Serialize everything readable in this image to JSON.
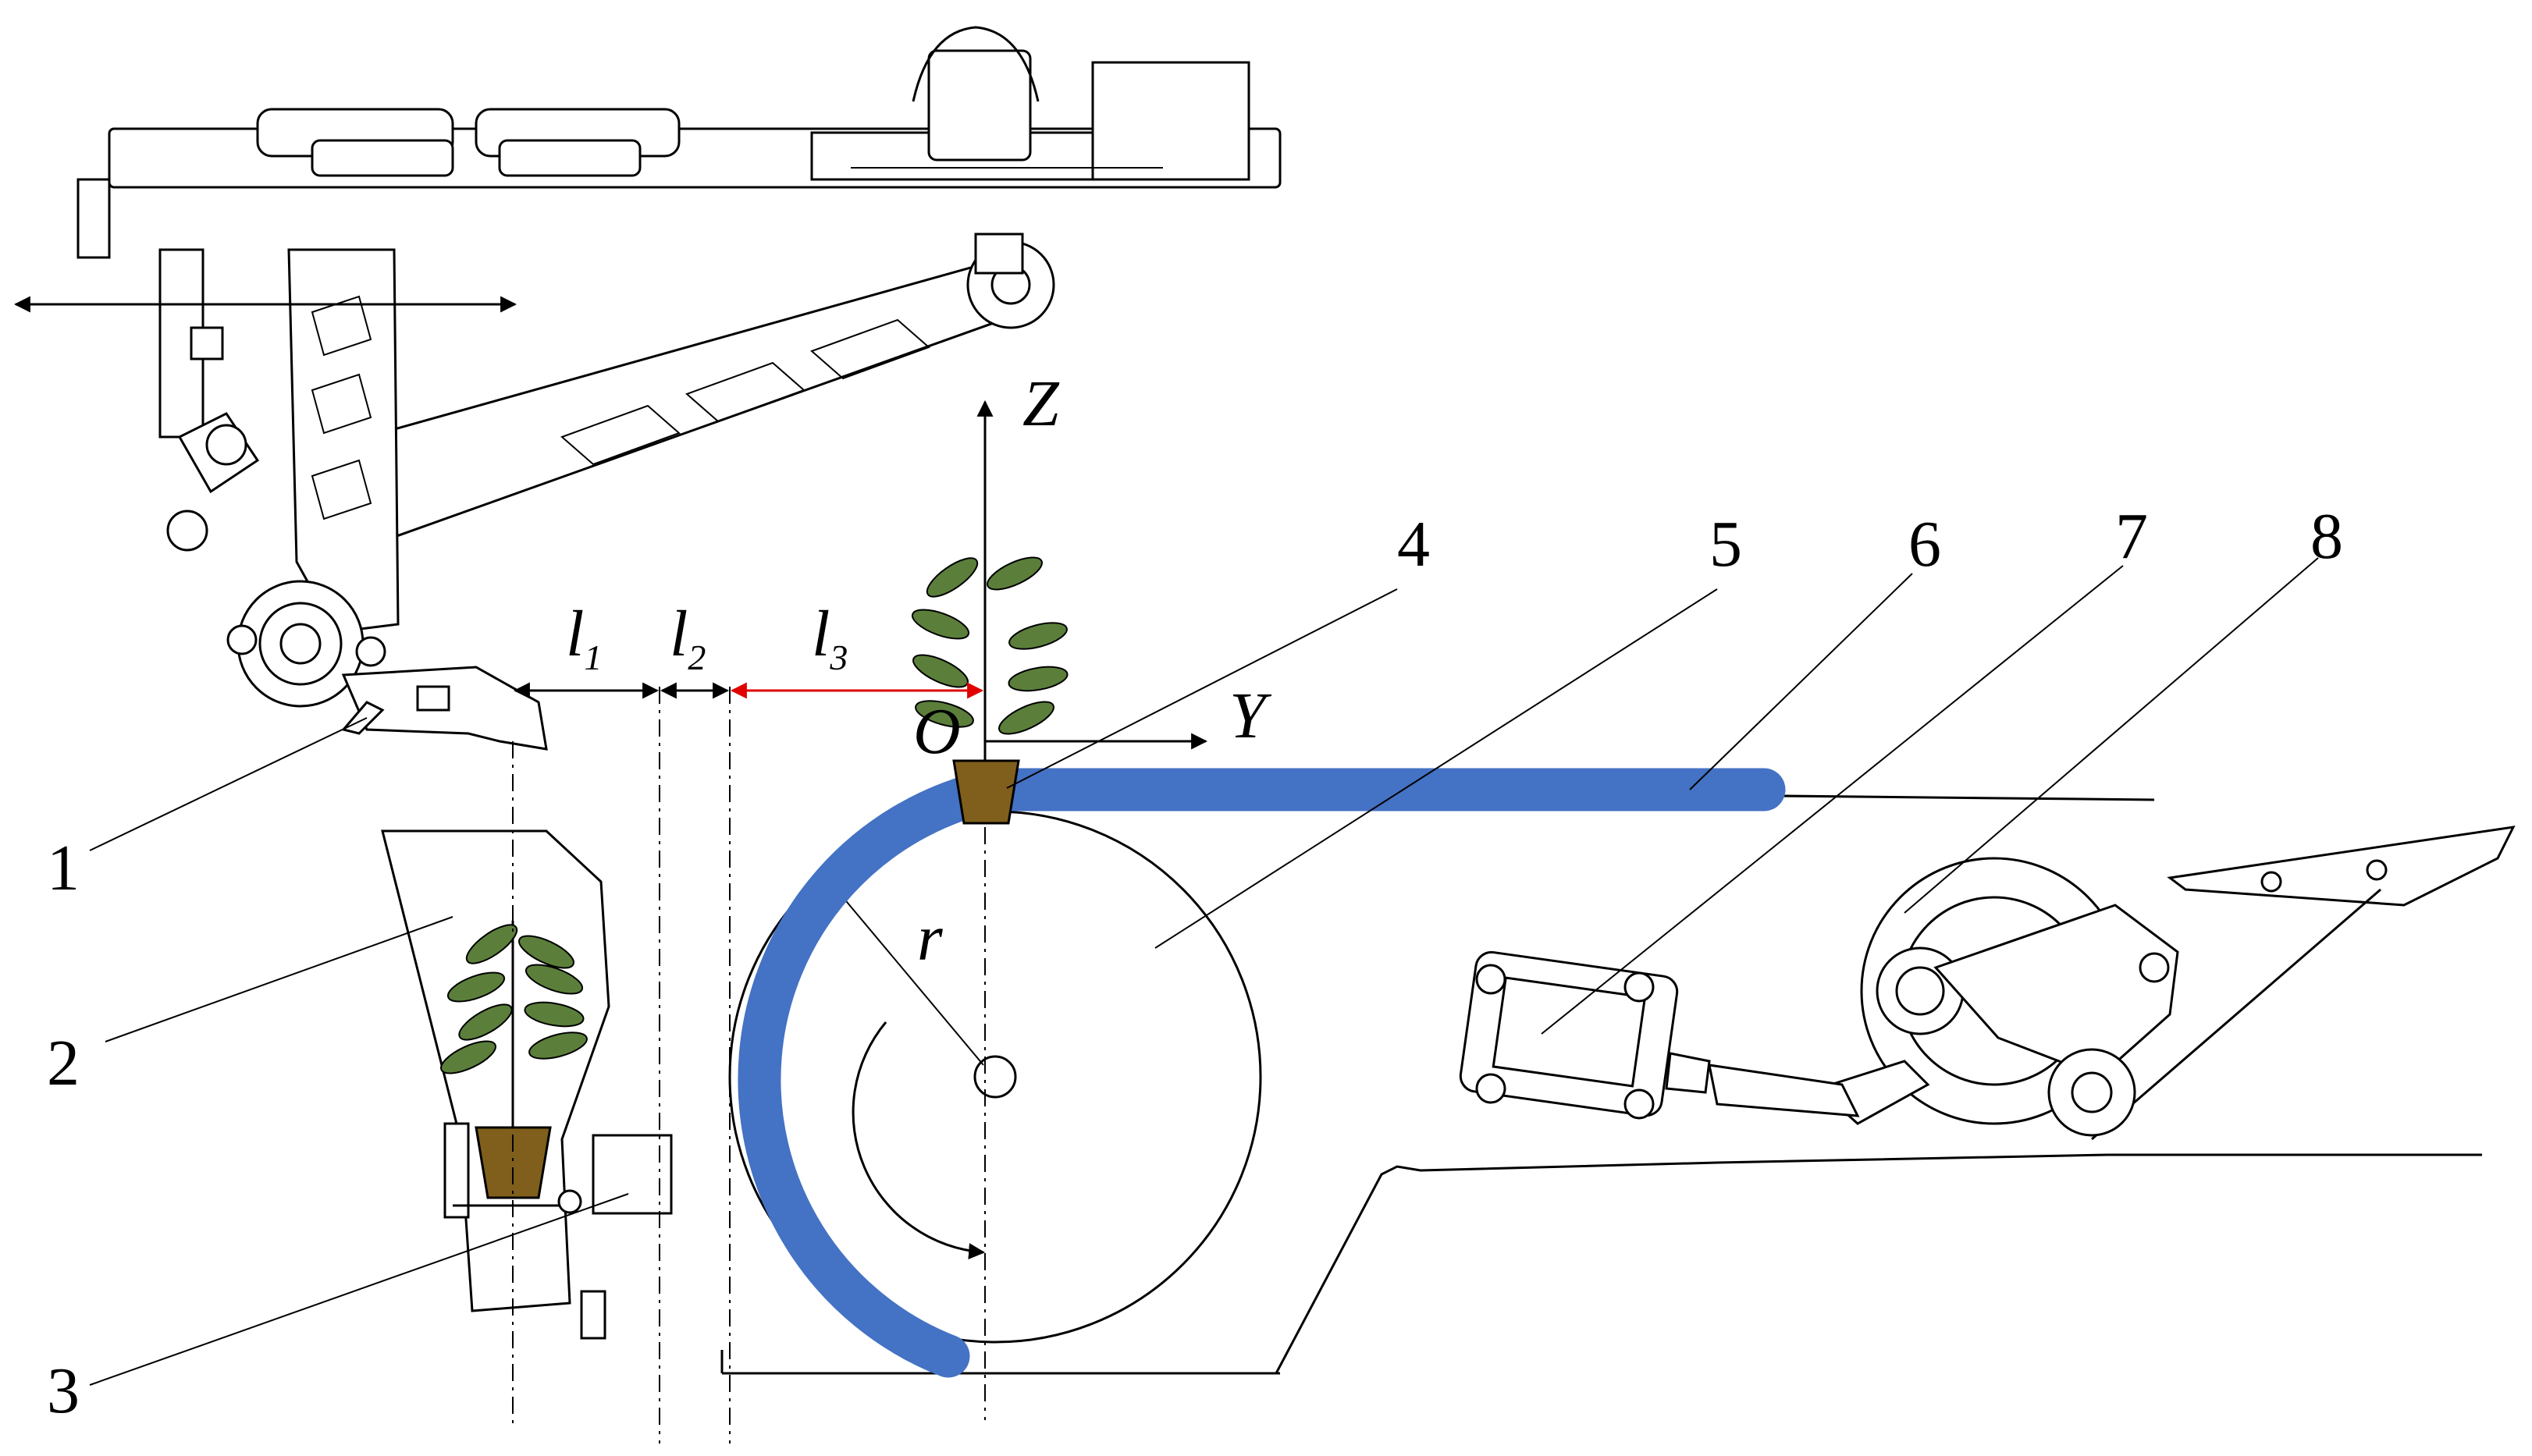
{
  "part_labels": [
    "1",
    "2",
    "3",
    "4",
    "5",
    "6",
    "7",
    "8"
  ],
  "axes": {
    "z": "Z",
    "y": "Y",
    "origin": "O",
    "radius": "r"
  },
  "distances": {
    "l1": {
      "main": "l",
      "sub": "1"
    },
    "l2": {
      "main": "l",
      "sub": "2"
    },
    "l3": {
      "main": "l",
      "sub": "3"
    }
  },
  "colors": {
    "belt": "#4472c4",
    "pot": "#7f5f1b",
    "leaf": "#5b7f3a",
    "dimension_red": "#e00000",
    "line": "#000000"
  },
  "icons": [
    "double-arrow-icon",
    "rotation-arrow-icon",
    "seedling-icon"
  ]
}
